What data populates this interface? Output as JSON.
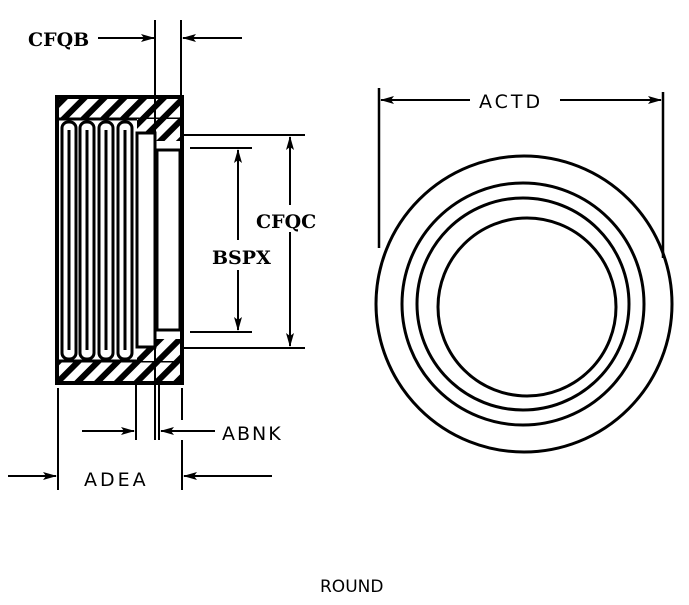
{
  "diagram": {
    "title": "ROUND",
    "line_color": "#000000",
    "background_color": "#ffffff",
    "side_view": {
      "dimensions": {
        "cfqb": "CFQB",
        "cfqc": "CFQC",
        "bspx": "BSPX",
        "abnk": "ABNK",
        "adea": "ADEA"
      },
      "groove_count": 4
    },
    "front_view": {
      "dimensions": {
        "actd": "ACTD"
      },
      "ring_count": 4
    }
  }
}
